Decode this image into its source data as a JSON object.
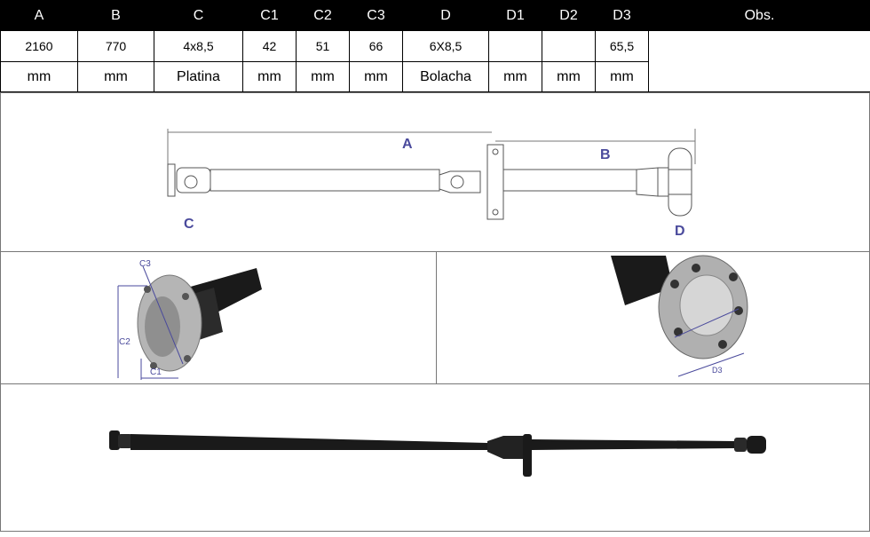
{
  "table": {
    "headers": [
      "A",
      "B",
      "C",
      "C1",
      "C2",
      "C3",
      "D",
      "D1",
      "D2",
      "D3",
      "Obs."
    ],
    "values": [
      "2160",
      "770",
      "4x8,5",
      "42",
      "51",
      "66",
      "6X8,5",
      "",
      "",
      "65,5",
      ""
    ],
    "units": [
      "mm",
      "mm",
      "Platina",
      "mm",
      "mm",
      "mm",
      "Bolacha",
      "mm",
      "mm",
      "mm",
      ""
    ]
  },
  "diagram": {
    "label_a": "A",
    "label_b": "B",
    "label_c": "C",
    "label_d": "D"
  },
  "photo_left": {
    "label_c1": "C1",
    "label_c2": "C2",
    "label_c3": "C3"
  },
  "photo_right": {
    "label_d3": "D3"
  },
  "colors": {
    "label_blue": "#4a4a9c",
    "shaft": "#1a1a1a"
  }
}
